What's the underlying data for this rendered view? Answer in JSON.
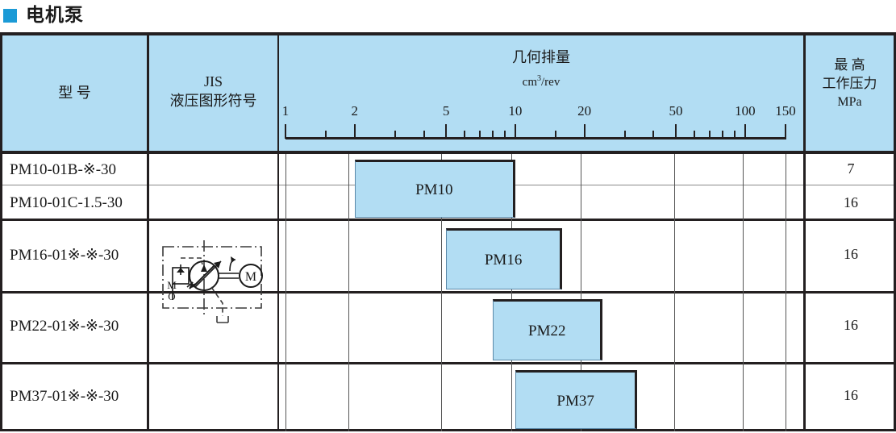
{
  "title": {
    "text": "电机泵",
    "marker_color": "#1b9ad6"
  },
  "colors": {
    "header_fill": "#b2ddf3",
    "bar_fill": "#b2ddf3",
    "line": "#231f20"
  },
  "header": {
    "model": "型    号",
    "jis_line1": "JIS",
    "jis_line2": "液压图形符号",
    "displacement_title": "几何排量",
    "displacement_unit_base": "cm",
    "displacement_unit_sup": "3",
    "displacement_unit_rest": "/rev",
    "pressure_line1": "最    高",
    "pressure_line2": "工作压力",
    "pressure_line3": "MPa"
  },
  "scale": {
    "labels": [
      "1",
      "2",
      "5",
      "10",
      "20",
      "50",
      "100",
      "150"
    ],
    "label_values": [
      1,
      2,
      5,
      10,
      20,
      50,
      100,
      150
    ],
    "minor_values": [
      1.5,
      3,
      4,
      6,
      7,
      8,
      9,
      15,
      30,
      40,
      60,
      70,
      80,
      90
    ],
    "min": 1,
    "max": 150,
    "type": "logarithmic"
  },
  "jis_symbol_name": "variable-displacement-pump-with-motor",
  "rows": [
    {
      "model": "PM10-01B-※-30",
      "pressure": "7",
      "bar": null
    },
    {
      "model": "PM10-01C-1.5-30",
      "pressure": "16",
      "bar": {
        "label": "PM10",
        "from": 2,
        "to": 10
      }
    },
    {
      "model": "PM16-01※-※-30",
      "pressure": "16",
      "bar": {
        "label": "PM16",
        "from": 5,
        "to": 16
      }
    },
    {
      "model": "PM22-01※-※-30",
      "pressure": "16",
      "bar": {
        "label": "PM22",
        "from": 8,
        "to": 24
      }
    },
    {
      "model": "PM37-01※-※-30",
      "pressure": "16",
      "bar": {
        "label": "PM37",
        "from": 10,
        "to": 34
      }
    }
  ],
  "chart_data": {
    "type": "bar",
    "title": "几何排量 cm3/rev",
    "xlabel": "cm3/rev",
    "ylabel": "",
    "axis_type": "log",
    "xlim": [
      1,
      150
    ],
    "tick_labels": [
      "1",
      "2",
      "5",
      "10",
      "20",
      "50",
      "100",
      "150"
    ],
    "grid": true,
    "legend": "none",
    "series": [
      {
        "name": "PM10",
        "range": [
          2,
          10
        ]
      },
      {
        "name": "PM16",
        "range": [
          5,
          16
        ]
      },
      {
        "name": "PM22",
        "range": [
          8,
          24
        ]
      },
      {
        "name": "PM37",
        "range": [
          10,
          34
        ]
      }
    ],
    "max_pressure_MPa": [
      7,
      16,
      16,
      16,
      16
    ]
  }
}
